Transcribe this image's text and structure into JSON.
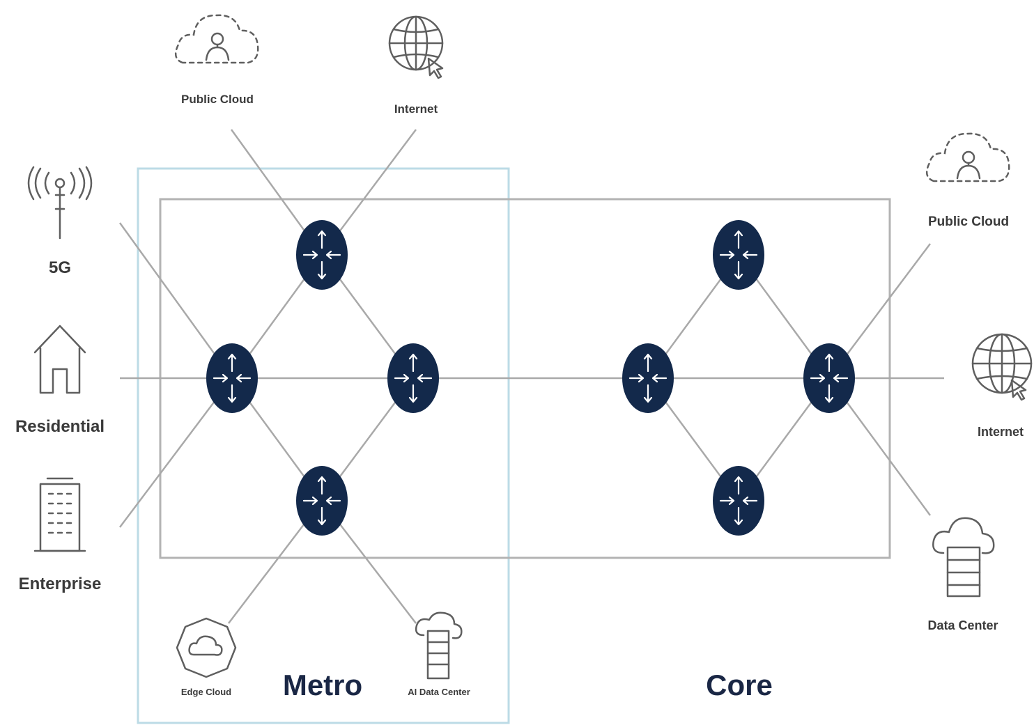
{
  "zones": {
    "metro": "Metro",
    "core": "Core"
  },
  "endpoints": {
    "fiveg": "5G",
    "residential": "Residential",
    "enterprise": "Enterprise",
    "metro_public_cloud": "Public Cloud",
    "metro_internet": "Internet",
    "edge_cloud": "Edge Cloud",
    "ai_data_center": "AI Data Center",
    "core_public_cloud": "Public Cloud",
    "core_internet": "Internet",
    "data_center": "Data Center"
  },
  "colors": {
    "router": "#13294b",
    "link": "#a9a9a9",
    "metro_border": "#bcdbe6",
    "zone_border": "#b3b3b3"
  }
}
